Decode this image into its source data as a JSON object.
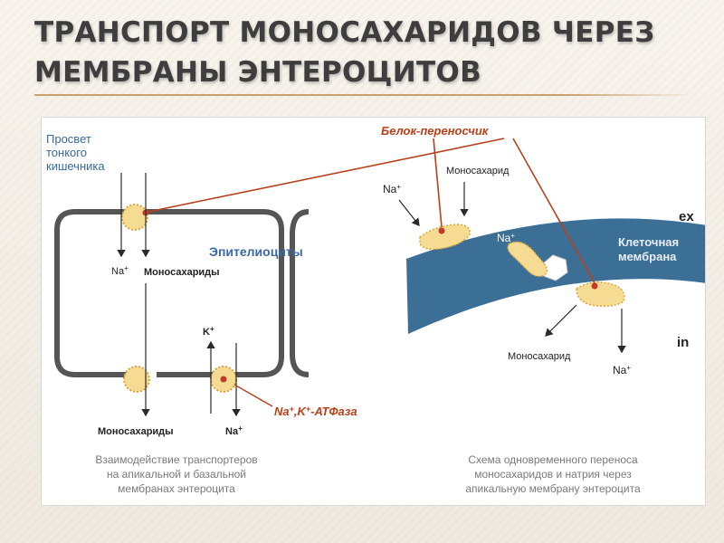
{
  "title": {
    "line1": "ТРАНСПОРТ МОНОСАХАРИДОВ ЧЕРЕЗ",
    "line2": "МЕМБРАНЫ ЭНТЕРОЦИТОВ"
  },
  "left": {
    "lumen_label": [
      "Просвет",
      "тонкого",
      "кишечника"
    ],
    "epithelium_label": "Эпителиоциты",
    "top_na": "Na+",
    "top_mono": "Моносахариды",
    "k_label": "K+",
    "bottom_mono": "Моносахариды",
    "bottom_na": "Na+",
    "atpase_label": "Na+,K+-АТФаза",
    "caption": [
      "Взаимодействие транспортеров",
      "на апикальной и базальной",
      "мембранах энтероцита"
    ]
  },
  "right": {
    "carrier_label": "Белок-переносчик",
    "mono_top": "Моносахарид",
    "na_top": "Na+",
    "na_mid": "Na+",
    "membrane_label": [
      "Клеточная",
      "мембрана"
    ],
    "ex_label": "ex",
    "in_label": "in",
    "mono_bottom": "Моносахарид",
    "na_bottom": "Na+",
    "caption": [
      "Схема одновременного переноса",
      "моносахаридов и натрия через",
      "апикальную мембрану энтероцита"
    ]
  },
  "colors": {
    "title": "#3e3e3e",
    "accent_rule": "#c9a06a",
    "label_blue": "#3a6aa0",
    "carrier_red": "#b8401a",
    "membrane_blue": "#3b6f96",
    "transporter_fill": "#f6dc92",
    "caption_gray": "#7a7a7a"
  }
}
